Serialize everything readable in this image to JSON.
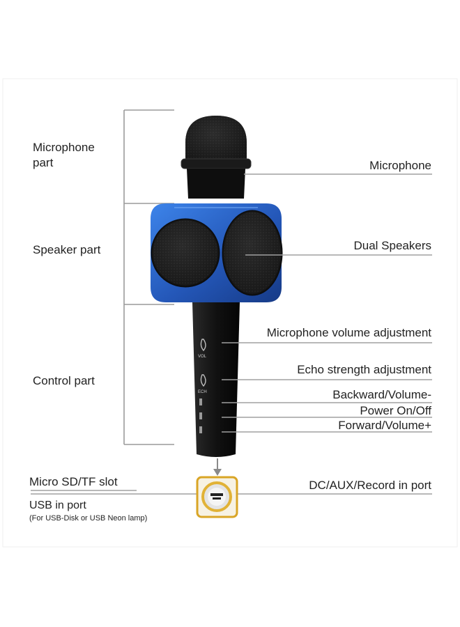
{
  "sections": {
    "microphone_part": [
      "Microphone",
      "part"
    ],
    "speaker_part": "Speaker part",
    "control_part": "Control part"
  },
  "callouts": {
    "microphone": "Microphone",
    "dual_speakers": "Dual Speakers",
    "mic_volume": "Microphone volume adjustment",
    "echo_strength": "Echo strength adjustment",
    "backward_volume": "Backward/Volume-",
    "power": "Power On/Off",
    "forward_volume": "Forward/Volume+",
    "dc_port": "DC/AUX/Record in port"
  },
  "bottom_left": {
    "sd_slot": "Micro SD/TF slot",
    "usb_port": "USB in port",
    "usb_note": "(For USB-Disk or  USB Neon lamp)"
  },
  "device_markings": {
    "vol": "VOL",
    "ech": "ECH"
  },
  "colors": {
    "speaker_blue": "#2f6fd6",
    "body_black": "#141414",
    "accent_gold": "#d9a526"
  }
}
